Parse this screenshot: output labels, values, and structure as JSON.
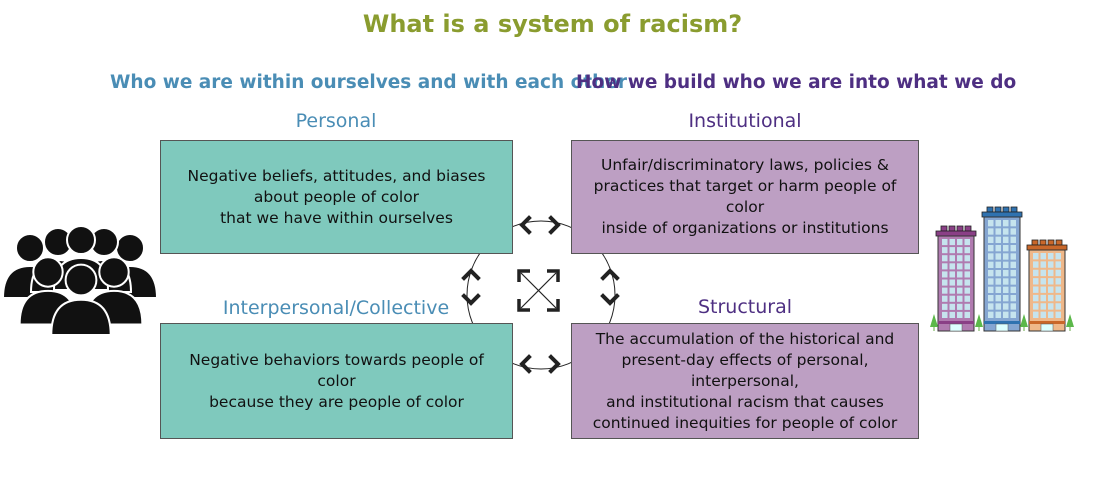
{
  "title": "What is a system of racism?",
  "left_heading": "Who we are within ourselves and with each other",
  "right_heading": "How we build who we are into what we do",
  "quadrants": {
    "personal": {
      "label": "Personal",
      "lines": [
        "Negative beliefs, attitudes, and biases",
        "about people of color",
        "that we have within ourselves"
      ]
    },
    "institutional": {
      "label": "Institutional",
      "lines": [
        "Unfair/discriminatory laws, policies &",
        "practices that target or harm people of color",
        "inside of organizations or institutions"
      ]
    },
    "interpersonal": {
      "label": "Interpersonal/Collective",
      "lines": [
        "Negative behaviors towards people of color",
        "because they are people of color"
      ]
    },
    "structural": {
      "label": "Structural",
      "lines": [
        "The accumulation of the historical and",
        "present-day effects of personal, interpersonal,",
        "and institutional racism that causes",
        "continued inequities for people of color"
      ]
    }
  },
  "icons": {
    "left": "people-group-icon",
    "right": "buildings-icon",
    "center": "four-way-arrows-icon"
  },
  "colors": {
    "title": "#8a9c2f",
    "blue": "#4a8db5",
    "purple": "#4e2f82",
    "teal_box": "#7fc9bd",
    "purple_box": "#bd9fc3"
  }
}
